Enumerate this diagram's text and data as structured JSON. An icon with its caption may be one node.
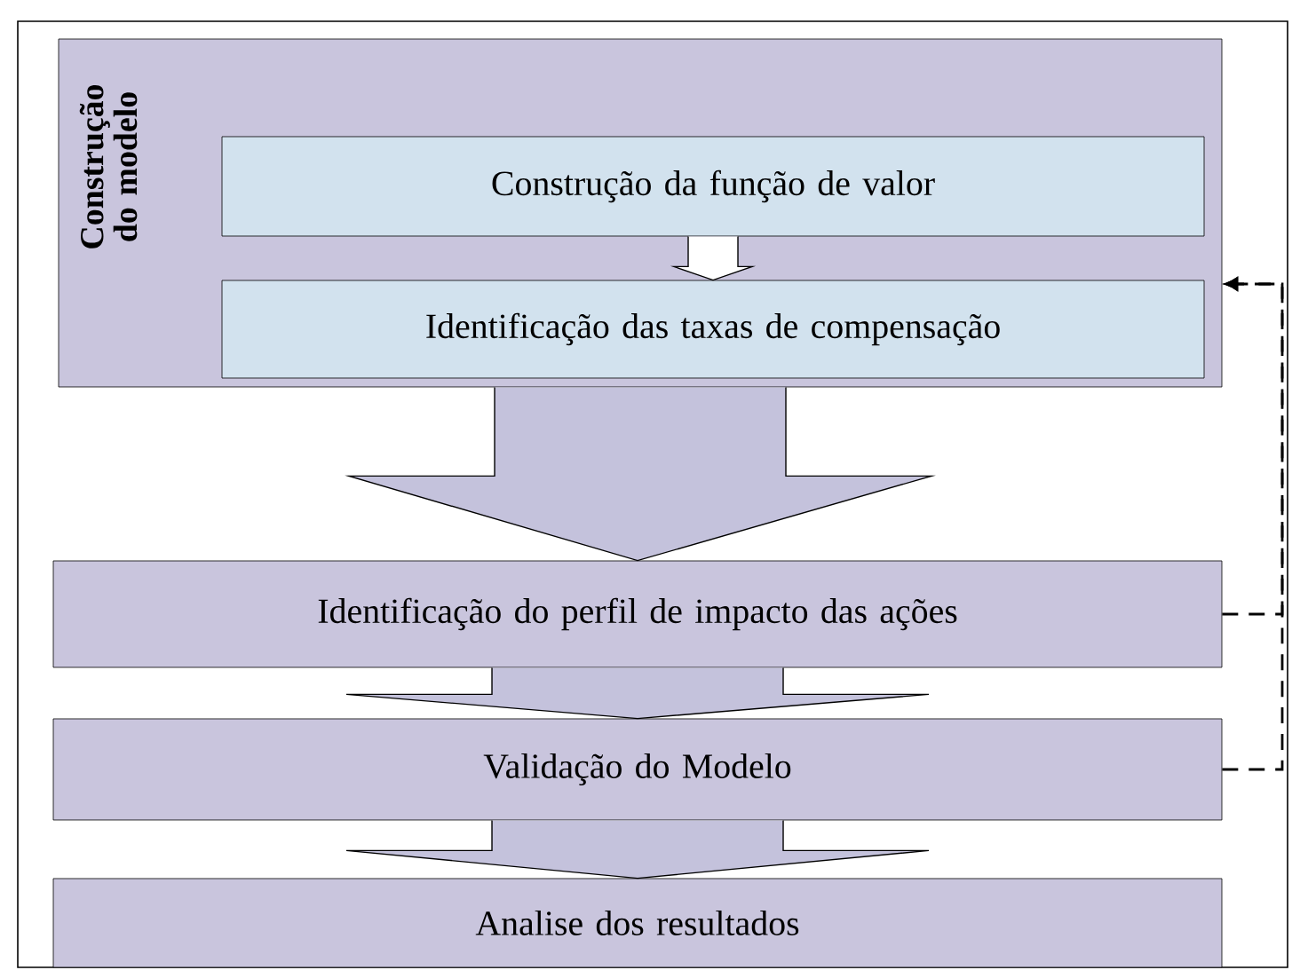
{
  "diagram": {
    "nodes": [
      {
        "text": [
          "Construção do modelo"
        ]
      },
      {
        "text": [
          "Construção da função de valor"
        ],
        "in": 0
      },
      {
        "text": [
          "Identificação das taxas de compensação"
        ],
        "in": 0
      },
      {
        "text": [
          "Identificação do perfil de impacto das ações"
        ]
      },
      {
        "text": [
          "Validação do Modelo"
        ]
      },
      {
        "text": [
          "Analise dos resultados"
        ]
      }
    ],
    "edges": [
      {
        "from": 1,
        "to": 2,
        "arrow": "to"
      },
      {
        "from": 0,
        "to": 3,
        "arrow": "to"
      },
      {
        "from": 3,
        "to": 4,
        "arrow": "to"
      },
      {
        "from": 4,
        "to": 5,
        "arrow": "to"
      },
      {
        "from": 3,
        "to": 0,
        "arrow": "to",
        "style": "dashed"
      },
      {
        "from": 4,
        "to": 0,
        "arrow": "to",
        "style": "dashed"
      }
    ]
  }
}
